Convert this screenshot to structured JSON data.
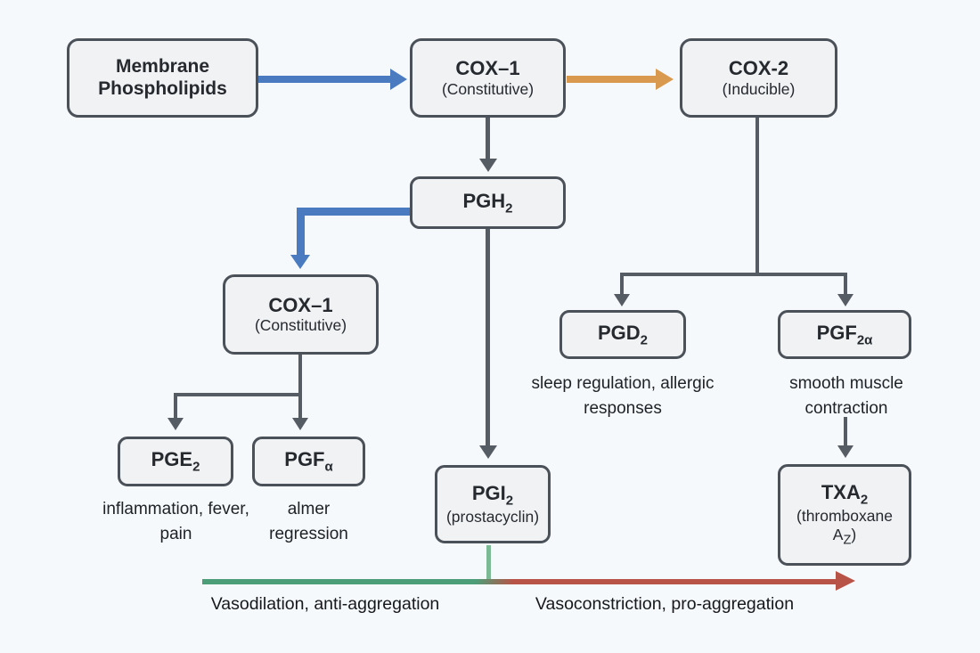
{
  "nodes": {
    "membrane": {
      "label": "Membrane Phospholipids"
    },
    "cox1_top": {
      "title": "COX–1",
      "subtitle": "(Constitutive)"
    },
    "cox2": {
      "title": "COX-2",
      "subtitle": "(Inducible)"
    },
    "pgh2": {
      "base": "PGH",
      "sub": "2"
    },
    "cox1_mid": {
      "title": "COX–1",
      "subtitle": "(Constitutive)"
    },
    "pge2": {
      "base": "PGE",
      "sub": "2"
    },
    "pgf_alpha": {
      "base": "PGF",
      "sub": "α"
    },
    "pgi2": {
      "base": "PGI",
      "sub": "2",
      "subtitle": "(prostacyclin)"
    },
    "pgd2": {
      "base": "PGD",
      "sub": "2"
    },
    "pgf2alpha": {
      "base": "PGF",
      "sub": "2α"
    },
    "txa2": {
      "base": "TXA",
      "sub": "2",
      "subtitle_open": "(thromboxane",
      "subtitle_base": "A",
      "subtitle_sub": "Z",
      "subtitle_close": ")"
    }
  },
  "captions": {
    "pge2": "inflammation, fever, pain",
    "pgf_alpha": "almer regression",
    "pgd2": "sleep regulation, allergic responses",
    "pgf2alpha": "smooth muscle contraction"
  },
  "axis": {
    "left_label": "Vasodilation, anti-aggregation",
    "right_label": "Vasoconstriction, pro-aggregation"
  },
  "colors": {
    "background": "#f6f9fc",
    "box_fill": "#f0f2f4",
    "box_border": "#4b5158",
    "line_gray": "#565c64",
    "arrow_blue": "#4a7bc0",
    "arrow_orange": "#d9994f",
    "axis_green": "#4b9e78",
    "axis_green_light": "#7cba95",
    "axis_red": "#b85347"
  }
}
